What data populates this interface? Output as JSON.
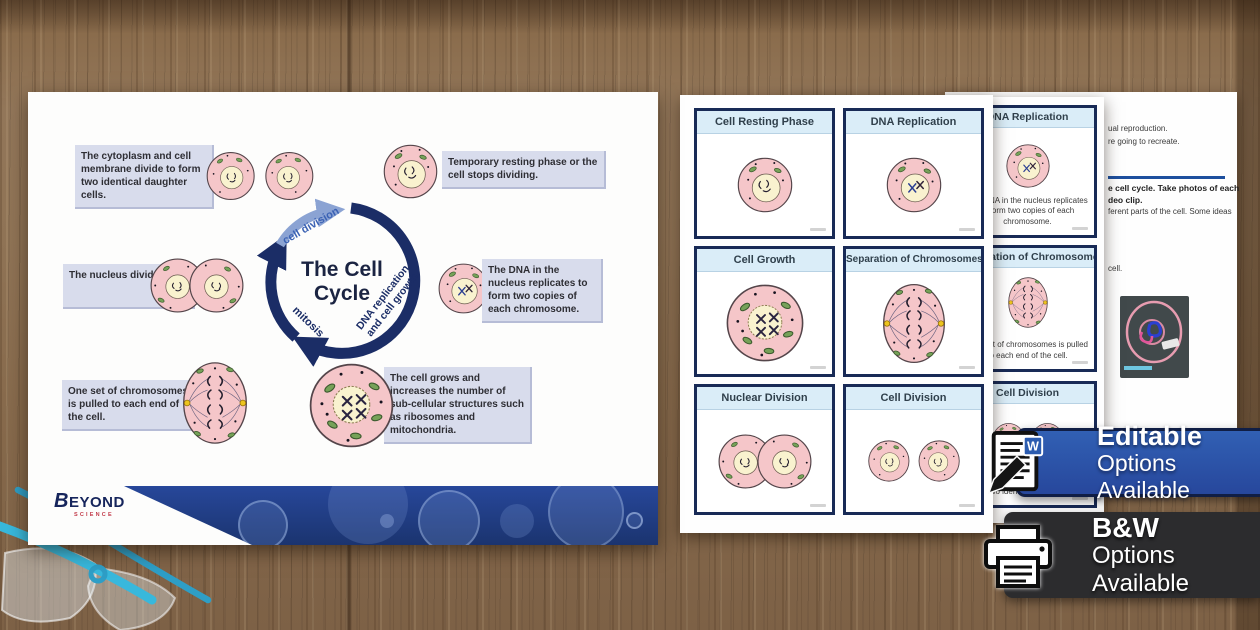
{
  "poster": {
    "title_line1": "The Cell",
    "title_line2": "Cycle",
    "arc_labels": {
      "top": "cell division",
      "left": "mitosis",
      "right_line1": "DNA replication",
      "right_line2": "and cell growth"
    },
    "callouts": {
      "cytoplasm": "The cytoplasm and cell membrane divide to form two identical daughter cells.",
      "resting": "Temporary resting phase or the cell stops dividing.",
      "nucleus": "The nucleus divides.",
      "dna": "The DNA in the nucleus replicates to form two copies of each chromosome.",
      "chromosomes": "One set of chromosomes is pulled to each end of the cell.",
      "growth": "The cell grows and increases the number of  sub-cellular structures  such as ribosomes and mitochondria."
    },
    "logo": {
      "brand": "BEYOND",
      "sub": "SCIENCE"
    }
  },
  "cards_front": [
    {
      "title": "Cell Resting Phase"
    },
    {
      "title": "DNA Replication"
    },
    {
      "title": "Cell Growth"
    },
    {
      "title": "Separation of Chromosomes"
    },
    {
      "title": "Nuclear Division"
    },
    {
      "title": "Cell Division"
    }
  ],
  "cards_back": [
    {
      "title": "DNA Replication",
      "caption": "The DNA in the nucleus replicates to form two copies of each chromosome."
    },
    {
      "title": "Separation of Chromosomes",
      "caption": "One set of chromosomes is pulled to each end of the cell."
    },
    {
      "title": "Cell Division",
      "caption": "form two identical daughter cells."
    }
  ],
  "worksheet": {
    "line1": "ual reproduction.",
    "line2": "re going to recreate.",
    "line3": "e cell cycle. Take photos of each",
    "line4": "deo clip.",
    "line5": "ferent parts of the cell. Some ideas",
    "line6": "cell."
  },
  "badges": {
    "editable": {
      "title": "Editable",
      "subtitle": "Options Available",
      "icon_letter": "W"
    },
    "bw": {
      "title": "B&W",
      "subtitle": "Options Available"
    }
  },
  "colors": {
    "navy": "#1b2d66",
    "light_arc": "#8ba3d3",
    "badge_blue": "#2d55a8",
    "badge_dark": "#2c2c2e",
    "cell_pink": "#f5c6c9",
    "nucleus_cream": "#f9f2cf",
    "callout_bg": "#d8dcec",
    "card_header": "#daedf8"
  }
}
